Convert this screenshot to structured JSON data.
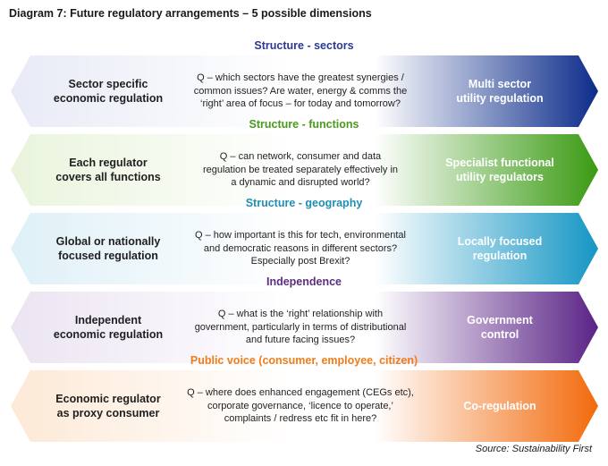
{
  "title": "Diagram 7: Future regulatory arrangements – 5 possible dimensions",
  "rows": [
    {
      "heading": "Structure - sectors",
      "left": "Sector specific\neconomic regulation",
      "question": "Q – which sectors have the greatest synergies /\ncommon issues? Are water, energy & comms the\n‘right’ area of focus – for today and tomorrow?",
      "right": "Multi sector\nutility regulation",
      "heading_color": "#2b3990",
      "gradient": [
        "#e8ebf6",
        "#ffffff",
        "#0c2c8a"
      ]
    },
    {
      "heading": "Structure - functions",
      "left": "Each regulator\ncovers all functions",
      "question": "Q – can network, consumer and data\nregulation be treated separately effectively in\na dynamic and disrupted world?",
      "right": "Specialist functional\nutility regulators",
      "heading_color": "#4a9a1c",
      "gradient": [
        "#e9f4dc",
        "#ffffff",
        "#3a9a12"
      ]
    },
    {
      "heading": "Structure - geography",
      "left": "Global or nationally\nfocused regulation",
      "question": "Q – how important is this for tech, environmental\nand democratic reasons in different sectors?\nEspecially post Brexit?",
      "right": "Locally focused\nregulation",
      "heading_color": "#1f8fb3",
      "gradient": [
        "#dff0f7",
        "#ffffff",
        "#1596c4"
      ]
    },
    {
      "heading": "Independence",
      "left": "Independent\neconomic regulation",
      "question": "Q – what is the ‘right’ relationship with\ngovernment, particularly in terms of distributional\nand future facing issues?",
      "right": "Government\ncontrol",
      "heading_color": "#5c2e82",
      "gradient": [
        "#ebe4f2",
        "#ffffff",
        "#5a2386"
      ]
    },
    {
      "heading": "Public voice (consumer, employee, citizen)",
      "left": "Economic regulator\nas proxy consumer",
      "question": "Q – where does enhanced engagement (CEGs etc),\ncorporate governance, ‘licence to operate,’\ncomplaints / redress etc fit in here?",
      "right": "Co-regulation",
      "heading_color": "#ef7d1a",
      "gradient": [
        "#fde9d6",
        "#ffffff",
        "#f26a0c"
      ]
    }
  ],
  "source": "Source: Sustainability First"
}
